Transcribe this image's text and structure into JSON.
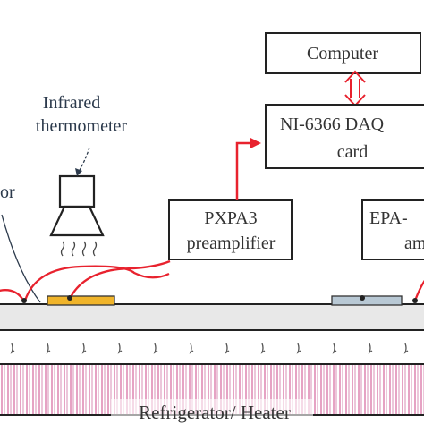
{
  "boxes": {
    "computer": "Computer",
    "daq_line1": "NI-6366 DAQ",
    "daq_line2": "card",
    "pxpa_line1": "PXPA3",
    "pxpa_line2": "preamplifier",
    "epa_line1": "EPA-",
    "epa_line2": "am"
  },
  "labels": {
    "thermometer_line1": "Infrared",
    "thermometer_line2": "thermometer",
    "sensor_fragment": "or"
  },
  "bottom": {
    "refrigerator": "Refrigerator/ Heater"
  },
  "colors": {
    "wire": "#e8222e",
    "sensor_pad_left": "#f0b42a",
    "sensor_pad_right": "#b8c8d4",
    "plate": "#e8e8e8",
    "heater_stripe": "#e8a8c8"
  }
}
